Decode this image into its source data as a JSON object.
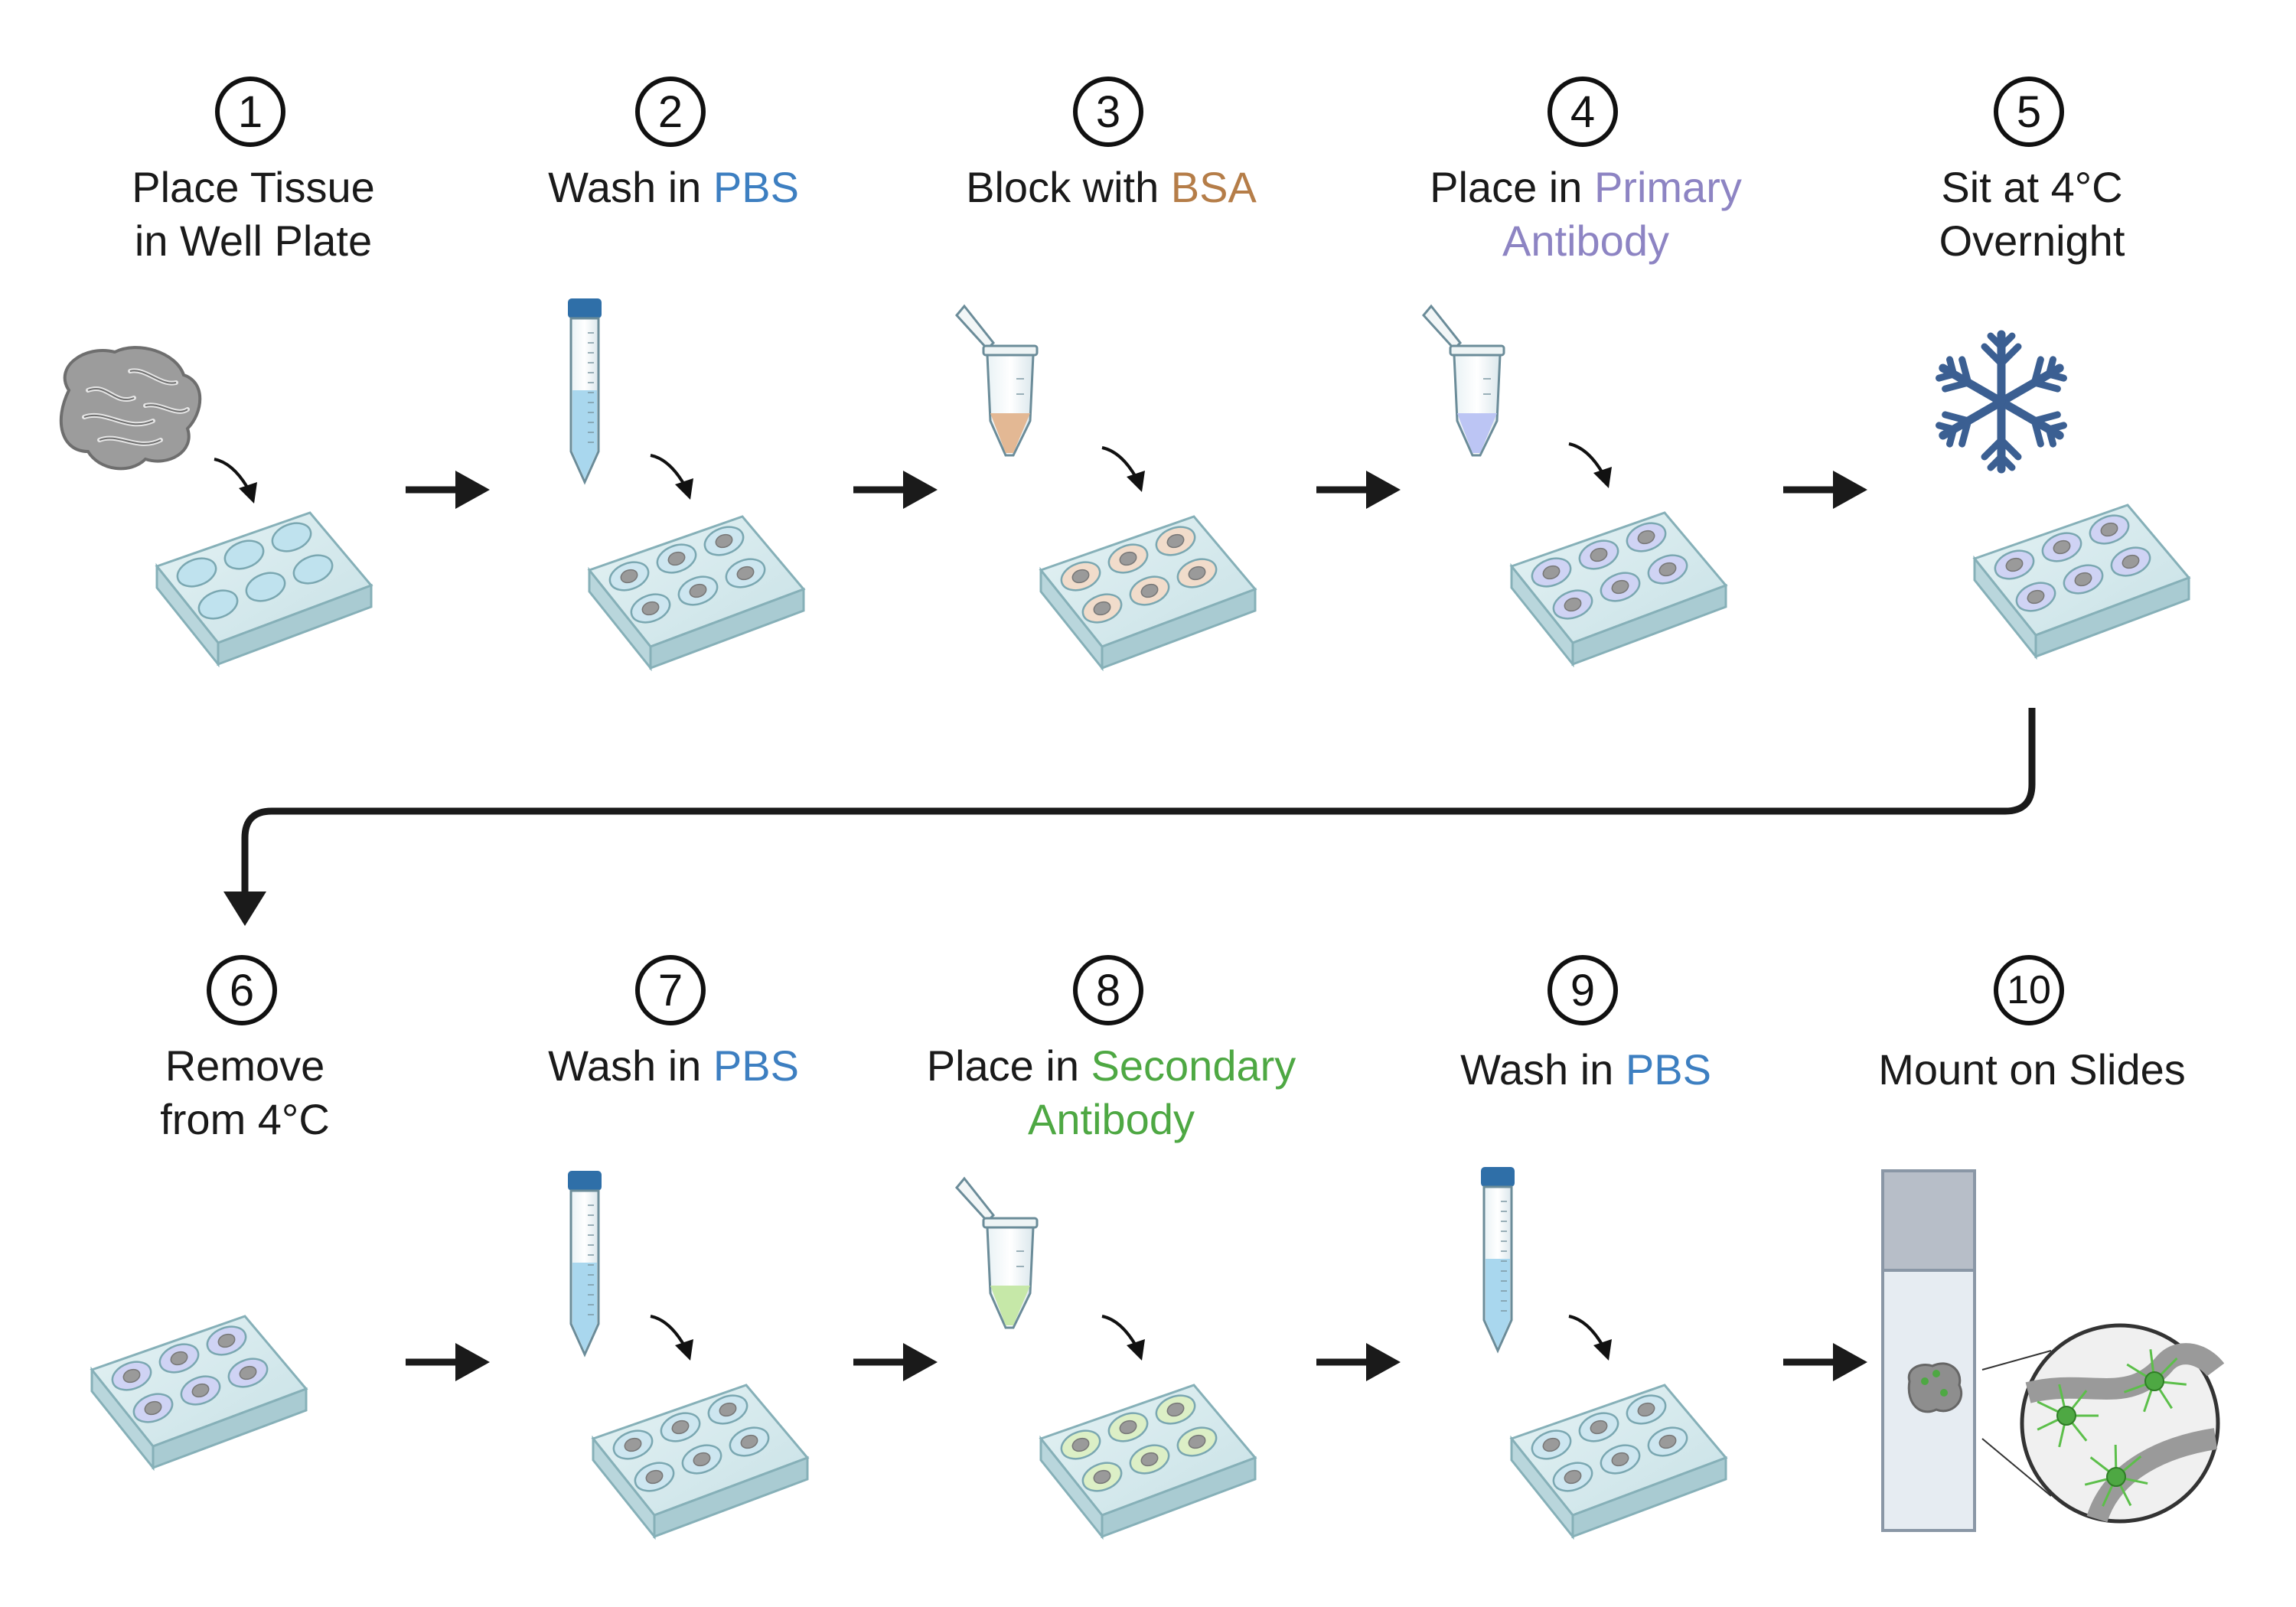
{
  "colors": {
    "pbs": "#3d7fc1",
    "bsa": "#b57d48",
    "primary": "#8d84c3",
    "secondary": "#4ea843",
    "arrow": "#1a1a1a",
    "snowflake": "#3b5f92",
    "plate": "#cfe6ea",
    "plate_edge": "#8fb8c0"
  },
  "steps": [
    {
      "number": "1",
      "line1": "Place Tissue",
      "line2": "in Well Plate",
      "icon": "brain-tissue-icon, well-plate-icon"
    },
    {
      "number": "2",
      "line1_pre": "Wash in ",
      "line1_hl": "PBS",
      "icon": "conical-tube-icon, well-plate-icon"
    },
    {
      "number": "3",
      "line1_pre": "Block with ",
      "line1_hl": "BSA",
      "icon": "microcentrifuge-tube-icon, well-plate-icon"
    },
    {
      "number": "4",
      "line1_pre": "Place in ",
      "line1_hl": "Primary",
      "line2_hl": "Antibody",
      "icon": "microcentrifuge-tube-icon, well-plate-icon"
    },
    {
      "number": "5",
      "line1": "Sit at 4°C",
      "line2": "Overnight",
      "icon": "snowflake-icon, well-plate-icon"
    },
    {
      "number": "6",
      "line1": "Remove",
      "line2": "from 4°C",
      "icon": "well-plate-icon"
    },
    {
      "number": "7",
      "line1_pre": "Wash in ",
      "line1_hl": "PBS",
      "icon": "conical-tube-icon, well-plate-icon"
    },
    {
      "number": "8",
      "line1_pre": "Place in ",
      "line1_hl": "Secondary",
      "line2_hl": "Antibody",
      "icon": "microcentrifuge-tube-icon, well-plate-icon"
    },
    {
      "number": "9",
      "line1_pre": "Wash in ",
      "line1_hl": "PBS",
      "icon": "conical-tube-icon, well-plate-icon"
    },
    {
      "number": "10",
      "line1": "Mount on Slides",
      "icon": "microscope-slide-icon, magnified-neurons-icon"
    }
  ]
}
